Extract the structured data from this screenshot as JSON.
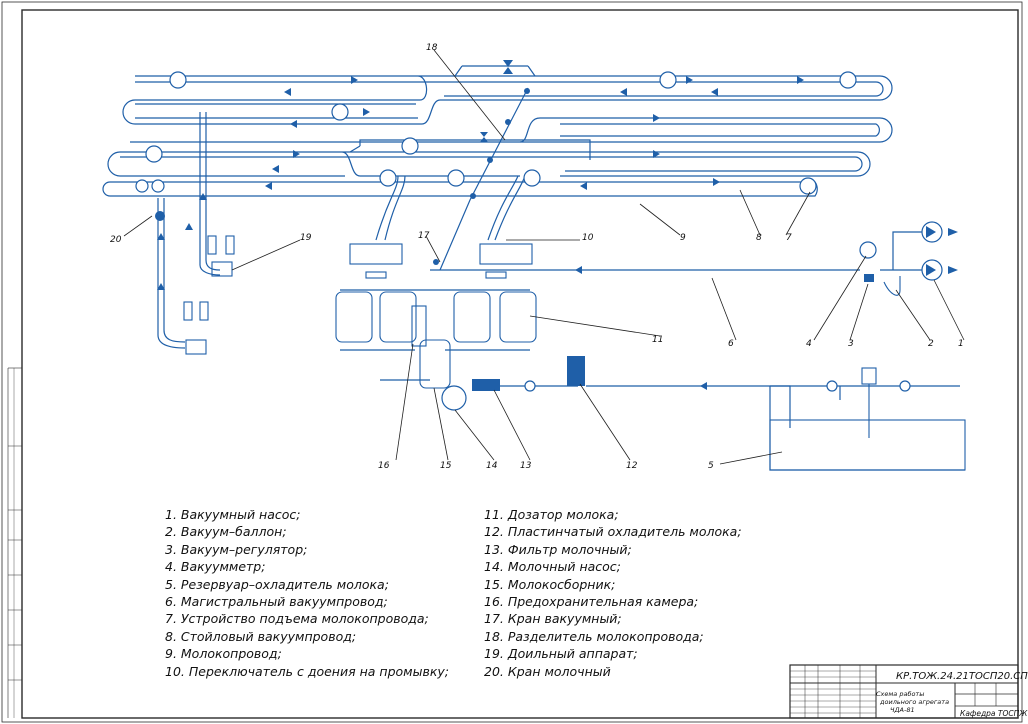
{
  "callouts": [
    "1",
    "2",
    "3",
    "4",
    "5",
    "6",
    "7",
    "8",
    "9",
    "10",
    "11",
    "12",
    "13",
    "14",
    "15",
    "16",
    "17",
    "18",
    "19",
    "20"
  ],
  "legend_left": [
    "1. Вакуумный насос;",
    "2. Вакуум–баллон;",
    "3. Вакуум–регулятор;",
    "4. Вакуумметр;",
    "5. Резервуар–охладитель молока;",
    "6. Магистральный вакуумпровод;",
    "7. Устройство подъема молокопровода;",
    "8. Стойловый вакуумпровод;",
    "9. Молокопровод;",
    "10. Переключатель с доения на промывку;"
  ],
  "legend_right": [
    "11. Дозатор молока;",
    "12. Пластинчатый охладитель молока;",
    "13. Фильтр молочный;",
    "14. Молочный насос;",
    "15. Молокосборник;",
    "16. Предохранительная камера;",
    "17. Кран вакуумный;",
    "18. Разделитель молокопровода;",
    "19. Доильный аппарат;",
    "20. Кран молочный"
  ],
  "title_block": {
    "code": "КР.ТОЖ.24.21ТОСП20.СП",
    "name_line1": "Схема работы",
    "name_line2": "доильного агрегата",
    "name_line3": "ЧДА-81",
    "org": "Кафедра ТОСПЖ"
  },
  "colors": {
    "line": "#1f5fa8",
    "frame": "#2b2b2b",
    "text": "#111111"
  }
}
